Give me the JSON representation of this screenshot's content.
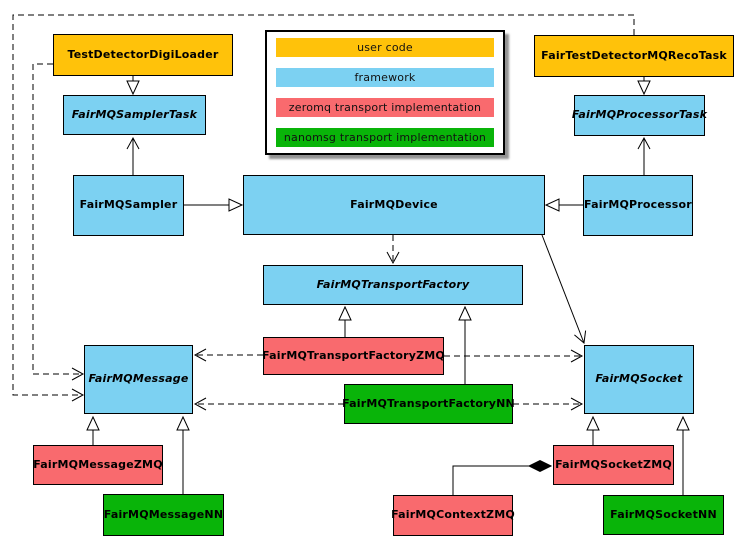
{
  "legend": {
    "items": [
      {
        "label": "user code",
        "color": "#ffc20a"
      },
      {
        "label": "framework",
        "color": "#7cd1f2"
      },
      {
        "label": "zeromq transport implementation",
        "color": "#f96a6e"
      },
      {
        "label": "nanomsg transport implementation",
        "color": "#09b409"
      }
    ]
  },
  "nodes": {
    "digiLoader": {
      "label": "TestDetectorDigiLoader",
      "category": "user code",
      "abstract": false
    },
    "recoTask": {
      "label": "FairTestDetectorMQRecoTask",
      "category": "user code",
      "abstract": false
    },
    "samplerTask": {
      "label": "FairMQSamplerTask",
      "category": "framework",
      "abstract": true
    },
    "processorTask": {
      "label": "FairMQProcessorTask",
      "category": "framework",
      "abstract": true
    },
    "sampler": {
      "label": "FairMQSampler",
      "category": "framework",
      "abstract": false
    },
    "device": {
      "label": "FairMQDevice",
      "category": "framework",
      "abstract": false
    },
    "processor": {
      "label": "FairMQProcessor",
      "category": "framework",
      "abstract": false
    },
    "transportFactory": {
      "label": "FairMQTransportFactory",
      "category": "framework",
      "abstract": true
    },
    "transportFactoryZMQ": {
      "label": "FairMQTransportFactoryZMQ",
      "category": "zeromq transport implementation",
      "abstract": false
    },
    "transportFactoryNN": {
      "label": "FairMQTransportFactoryNN",
      "category": "nanomsg transport implementation",
      "abstract": false
    },
    "message": {
      "label": "FairMQMessage",
      "category": "framework",
      "abstract": true
    },
    "socket": {
      "label": "FairMQSocket",
      "category": "framework",
      "abstract": true
    },
    "messageZMQ": {
      "label": "FairMQMessageZMQ",
      "category": "zeromq transport implementation",
      "abstract": false
    },
    "messageNN": {
      "label": "FairMQMessageNN",
      "category": "nanomsg transport implementation",
      "abstract": false
    },
    "socketZMQ": {
      "label": "FairMQSocketZMQ",
      "category": "zeromq transport implementation",
      "abstract": false
    },
    "socketNN": {
      "label": "FairMQSocketNN",
      "category": "nanomsg transport implementation",
      "abstract": false
    },
    "contextZMQ": {
      "label": "FairMQContextZMQ",
      "category": "zeromq transport implementation",
      "abstract": false
    }
  },
  "edges": [
    {
      "from": "TestDetectorDigiLoader",
      "to": "FairMQSamplerTask",
      "type": "inheritance"
    },
    {
      "from": "FairTestDetectorMQRecoTask",
      "to": "FairMQProcessorTask",
      "type": "inheritance"
    },
    {
      "from": "FairMQSampler",
      "to": "FairMQSamplerTask",
      "type": "association-arrow"
    },
    {
      "from": "FairMQProcessor",
      "to": "FairMQProcessorTask",
      "type": "association-arrow"
    },
    {
      "from": "FairMQSampler",
      "to": "FairMQDevice",
      "type": "inheritance"
    },
    {
      "from": "FairMQProcessor",
      "to": "FairMQDevice",
      "type": "inheritance"
    },
    {
      "from": "FairMQDevice",
      "to": "FairMQTransportFactory",
      "type": "dashed-dependency"
    },
    {
      "from": "FairMQDevice",
      "to": "FairMQSocket",
      "type": "association-arrow"
    },
    {
      "from": "FairMQTransportFactoryZMQ",
      "to": "FairMQTransportFactory",
      "type": "inheritance"
    },
    {
      "from": "FairMQTransportFactoryNN",
      "to": "FairMQTransportFactory",
      "type": "inheritance"
    },
    {
      "from": "FairMQTransportFactoryZMQ",
      "to": "FairMQMessage",
      "type": "dashed-dependency"
    },
    {
      "from": "FairMQTransportFactoryZMQ",
      "to": "FairMQSocket",
      "type": "dashed-dependency"
    },
    {
      "from": "FairMQTransportFactoryNN",
      "to": "FairMQMessage",
      "type": "dashed-dependency"
    },
    {
      "from": "FairMQTransportFactoryNN",
      "to": "FairMQSocket",
      "type": "dashed-dependency"
    },
    {
      "from": "TestDetectorDigiLoader",
      "to": "FairMQMessage",
      "type": "dashed-dependency"
    },
    {
      "from": "FairTestDetectorMQRecoTask",
      "to": "FairMQMessage",
      "type": "dashed-dependency"
    },
    {
      "from": "FairMQMessageZMQ",
      "to": "FairMQMessage",
      "type": "inheritance"
    },
    {
      "from": "FairMQMessageNN",
      "to": "FairMQMessage",
      "type": "inheritance"
    },
    {
      "from": "FairMQSocketZMQ",
      "to": "FairMQSocket",
      "type": "inheritance"
    },
    {
      "from": "FairMQSocketNN",
      "to": "FairMQSocket",
      "type": "inheritance"
    },
    {
      "from": "FairMQContextZMQ",
      "to": "FairMQSocketZMQ",
      "type": "composition"
    }
  ]
}
